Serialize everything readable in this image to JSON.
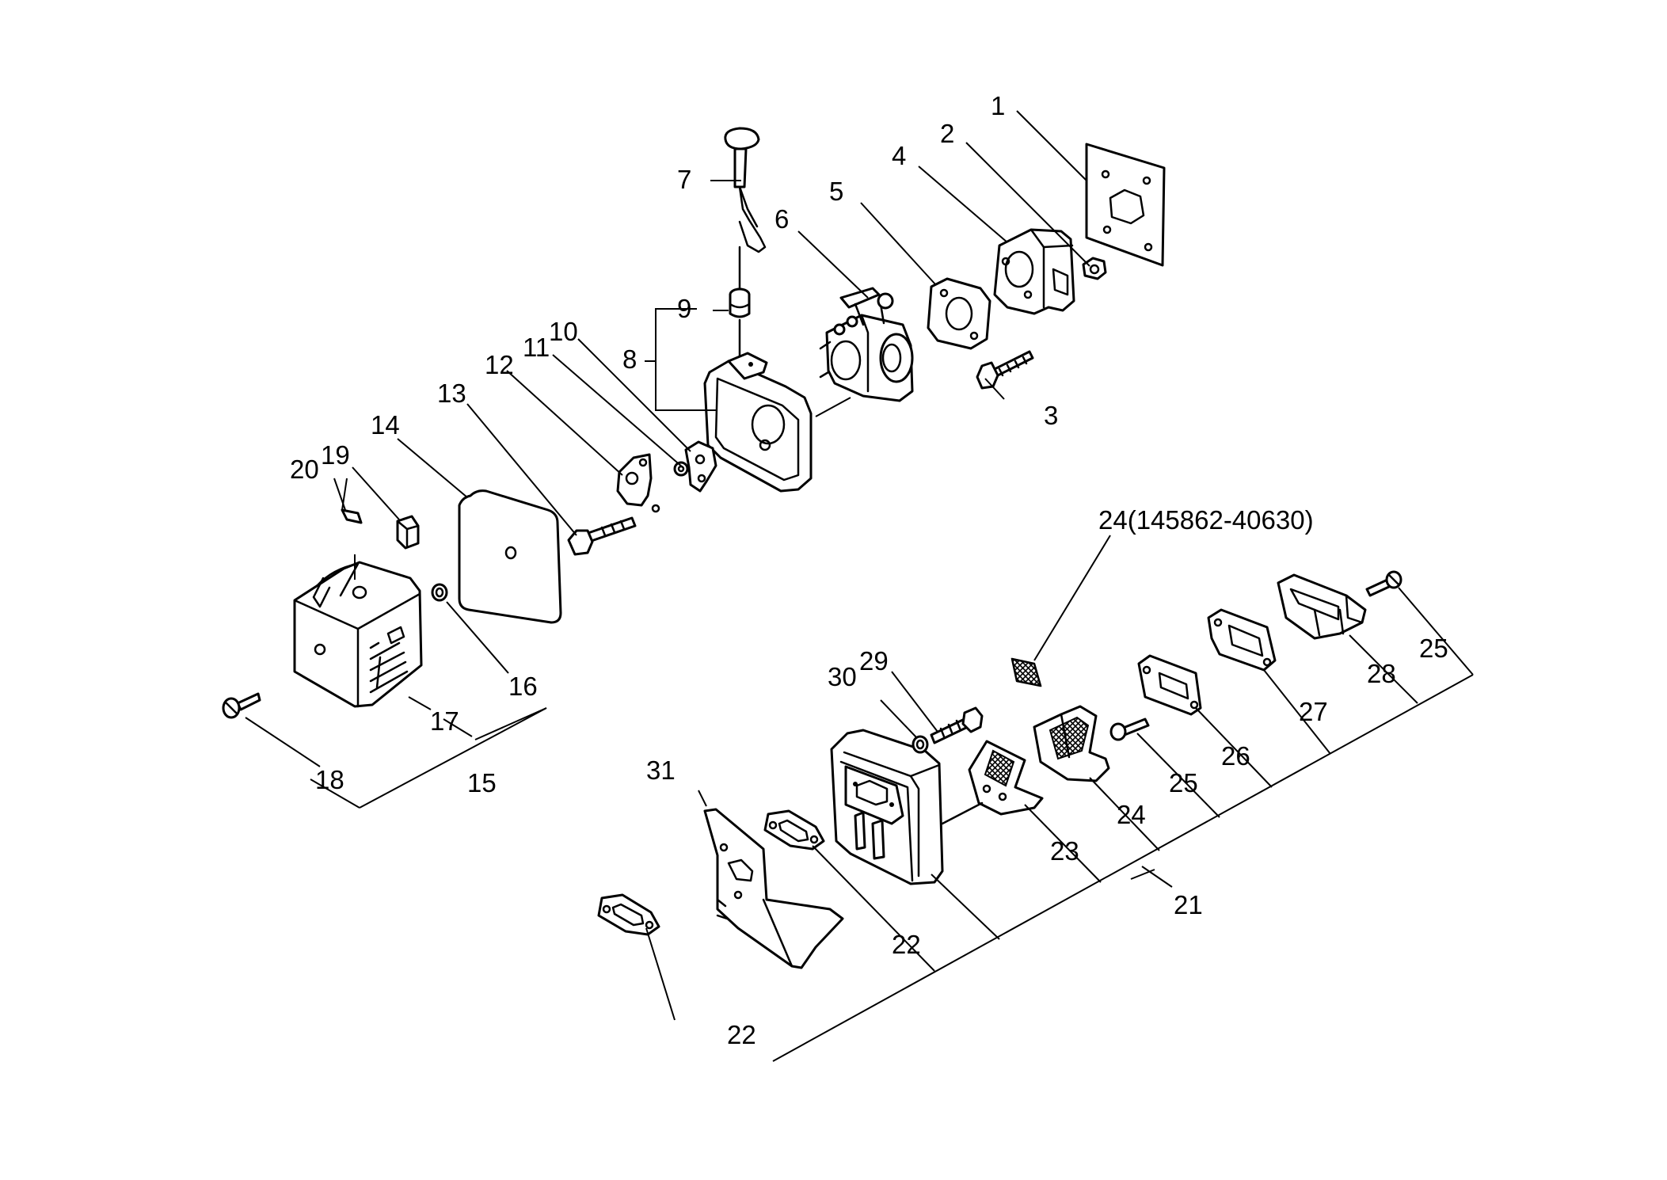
{
  "labels": {
    "l1": "1",
    "l2": "2",
    "l3": "3",
    "l4": "4",
    "l5": "5",
    "l6": "6",
    "l7": "7",
    "l8": "8",
    "l9": "9",
    "l10": "10",
    "l11": "11",
    "l12": "12",
    "l13": "13",
    "l14": "14",
    "l15": "15",
    "l16": "16",
    "l17": "17",
    "l18": "18",
    "l19": "19",
    "l20": "20",
    "l21": "21",
    "l22a": "22",
    "l22b": "22",
    "l23": "23",
    "l24": "24",
    "l24b": "24(145862-40630)",
    "l25a": "25",
    "l25b": "25",
    "l26": "26",
    "l27": "27",
    "l28": "28",
    "l29": "29",
    "l30": "30",
    "l31": "31"
  }
}
